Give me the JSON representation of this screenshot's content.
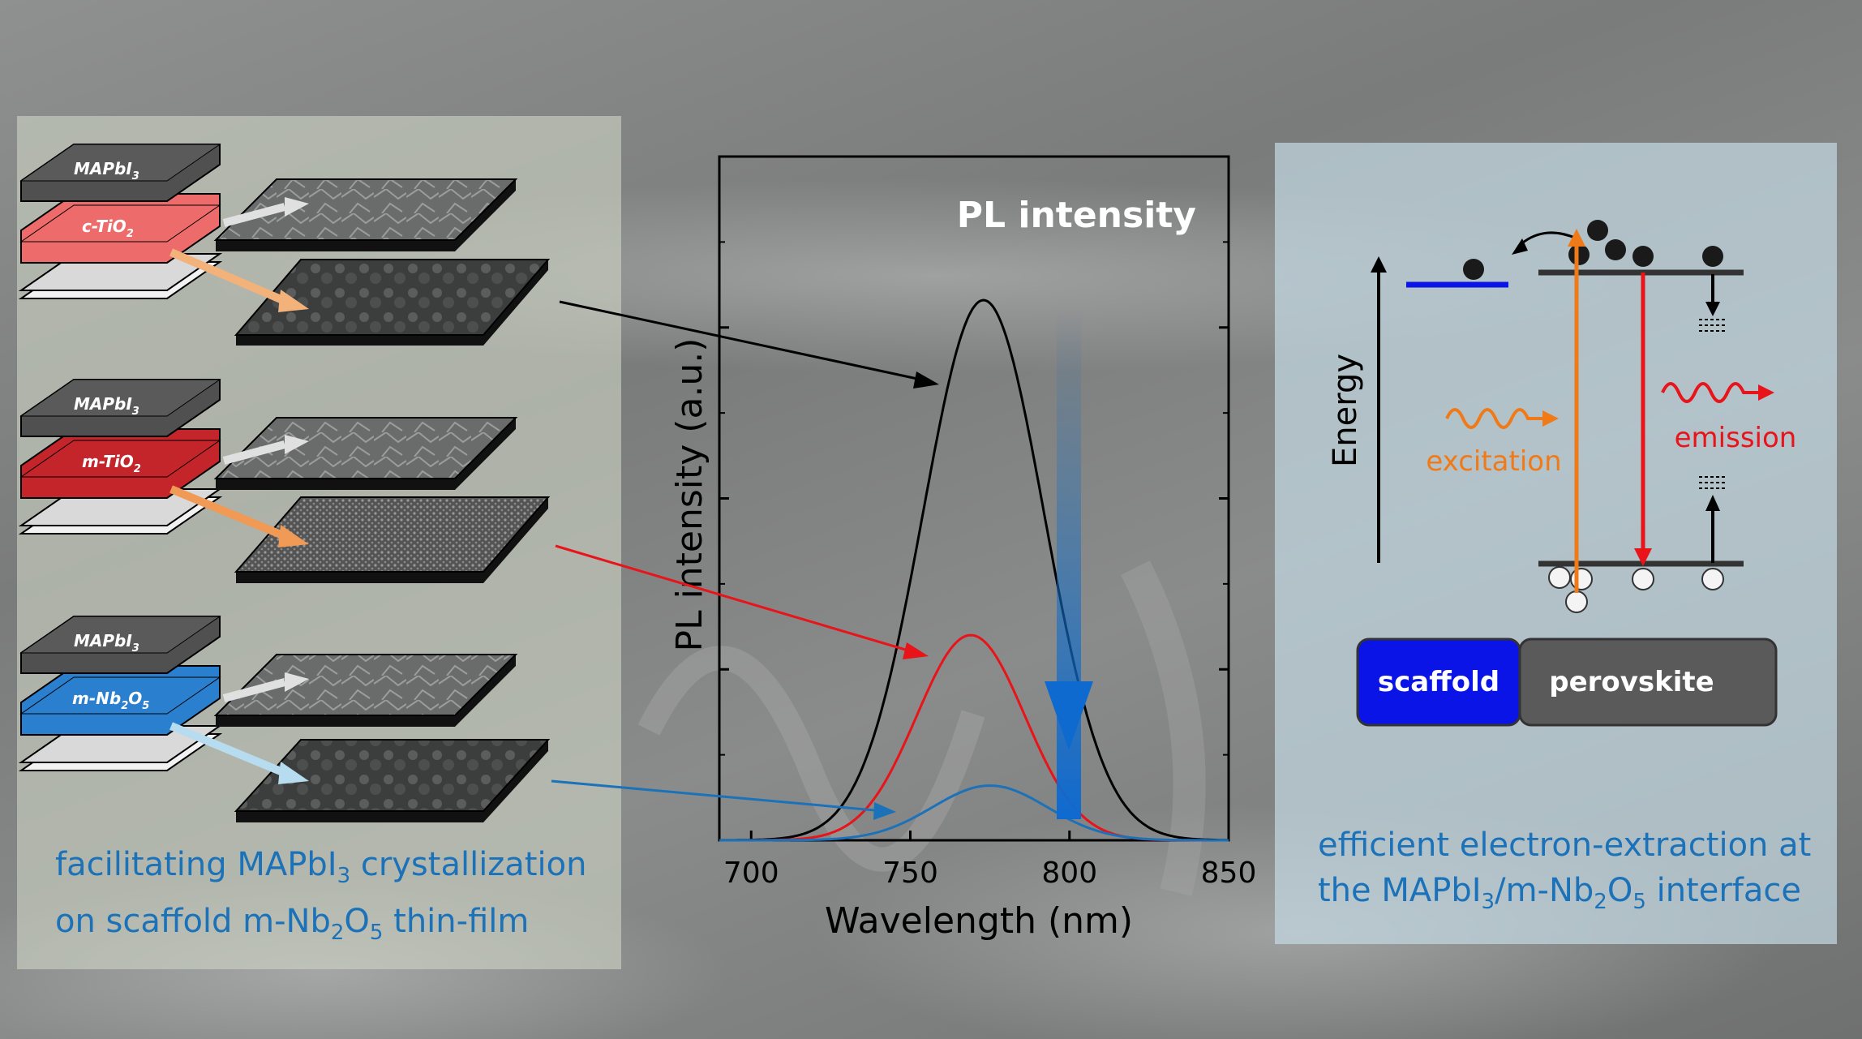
{
  "left_panel": {
    "stacks": [
      {
        "top_layer": "MAPbI",
        "top_sub": "3",
        "bottom_layer": "c-TiO",
        "bottom_sub": "2",
        "color": "#ee6b6b"
      },
      {
        "top_layer": "MAPbI",
        "top_sub": "3",
        "bottom_layer": "m-TiO",
        "bottom_sub": "2",
        "color": "#c3252b"
      },
      {
        "top_layer": "MAPbI",
        "top_sub": "3",
        "bottom_layer": "m-Nb",
        "bottom_sub": "2",
        "bottom_layer2": "O",
        "bottom_sub2": "5",
        "color": "#2a7fcf"
      }
    ],
    "caption_line1_a": "facilitating  MAPbI",
    "caption_line1_sub": "3",
    "caption_line1_b": "  crystallization",
    "caption_line2_a": "on scaffold m-Nb",
    "caption_line2_sub1": "2",
    "caption_line2_b": "O",
    "caption_line2_sub2": "5",
    "caption_line2_c": " thin-film"
  },
  "chart_data": {
    "type": "line",
    "title": "PL intensity",
    "xlabel": "Wavelength (nm)",
    "ylabel": "PL intensity (a.u.)",
    "xlim": [
      690,
      850
    ],
    "ylim": [
      0,
      1.0
    ],
    "x_ticks": [
      "700",
      "750",
      "800",
      "850"
    ],
    "x_tick_values": [
      700,
      750,
      800,
      850
    ],
    "series": [
      {
        "color": "#000000",
        "peak_x": 773,
        "peak_y": 0.79,
        "sigma": 19
      },
      {
        "color": "#e8141a",
        "peak_x": 769,
        "peak_y": 0.3,
        "sigma": 17
      },
      {
        "color": "#1c72b8",
        "peak_x": 775,
        "peak_y": 0.08,
        "sigma": 18
      }
    ],
    "grid": false
  },
  "right_panel": {
    "axis_label": "Energy",
    "excitation_label": "excitation",
    "emission_label": "emission",
    "scaffold_label": "scaffold",
    "perovskite_label": "perovskite",
    "caption_line1": "efficient electron-extraction at",
    "caption_line2_a": "the MAPbI",
    "caption_line2_sub1": "3",
    "caption_line2_b": "/m-Nb",
    "caption_line2_sub2": "2",
    "caption_line2_c": "O",
    "caption_line2_sub3": "5",
    "caption_line2_d": " interface",
    "colors": {
      "scaffold": "#0a14e6",
      "perovskite": "#5a5a5a",
      "excitation": "#f07a18",
      "emission": "#e8141a"
    }
  }
}
